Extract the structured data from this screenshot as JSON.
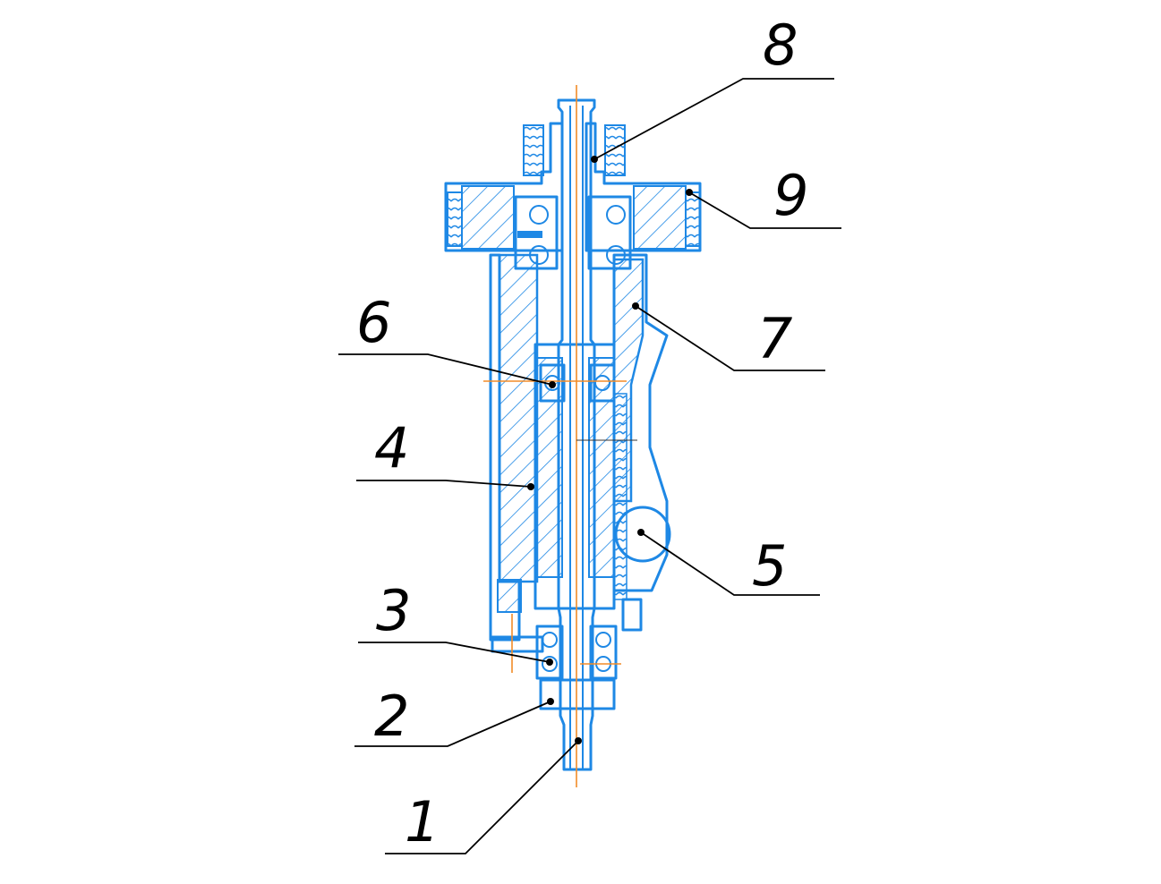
{
  "drawing": {
    "callouts": [
      {
        "id": "1",
        "label": "1"
      },
      {
        "id": "2",
        "label": "2"
      },
      {
        "id": "3",
        "label": "3"
      },
      {
        "id": "4",
        "label": "4"
      },
      {
        "id": "5",
        "label": "5"
      },
      {
        "id": "6",
        "label": "6"
      },
      {
        "id": "7",
        "label": "7"
      },
      {
        "id": "8",
        "label": "8"
      },
      {
        "id": "9",
        "label": "9"
      }
    ],
    "colors": {
      "part_outline": "#1e88e5",
      "center_axis": "#f28c28",
      "leader": "#000000",
      "hatch": "#1e88e5"
    }
  }
}
